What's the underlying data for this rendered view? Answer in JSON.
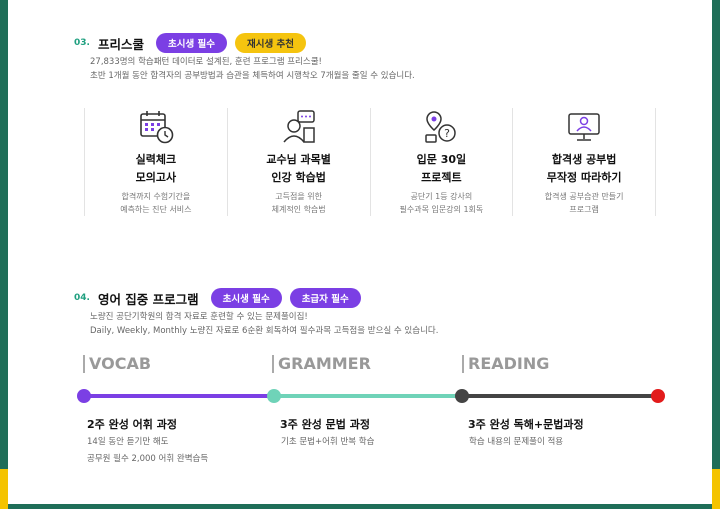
{
  "section1": {
    "num": "03.",
    "title": "프리스쿨",
    "badge1": "초시생 필수",
    "badge2": "재시생 추천",
    "desc1": "27,833명의 학습패턴 데이터로 설계된, 훈련 프로그램 프리스쿨!",
    "desc2": "초반 1개월 동안 합격자의 공부방법과 습관을 체득하여 시행착오 7개월을 줄일 수 있습니다.",
    "features": [
      {
        "icon": "calendar-clock-icon",
        "name1": "실력체크",
        "name2": "모의고사",
        "desc1": "합격까지 수험기간을",
        "desc2": "예측하는 진단 서비스"
      },
      {
        "icon": "professor-chat-icon",
        "name1": "교수님 과목별",
        "name2": "인강 학습법",
        "desc1": "고득점을 위한",
        "desc2": "체계적인 학습법"
      },
      {
        "icon": "question-pin-icon",
        "name1": "입문 30일",
        "name2": "프로젝트",
        "desc1": "공단기 1등 강사의",
        "desc2": "필수과목 입문강의 1회독"
      },
      {
        "icon": "monitor-person-icon",
        "name1": "합격생 공부법",
        "name2": "무작정 따라하기",
        "desc1": "합격생 공부습관 만들기",
        "desc2": "프로그램"
      }
    ]
  },
  "section2": {
    "num": "04.",
    "title": "영어 집중 프로그램",
    "badge1": "초시생 필수",
    "badge2": "초급자 필수",
    "desc1": "노량진 공단기학원의 합격 자료로 훈련할 수 있는 문제풀이집!",
    "desc2": "Daily, Weekly, Monthly 노량진 자료로 6순환 회독하여 필수과목 고득점을 받으실 수 있습니다.",
    "stages": [
      {
        "label": "VOCAB",
        "course": "2주 완성 어휘 과정",
        "d1": "14일 동안 듣기만 해도",
        "d2": "공무원 필수 2,000 어휘 완벽습득"
      },
      {
        "label": "GRAMMER",
        "course": "3주 완성 문법 과정",
        "d1": "기초 문법+어휘 반복 학습",
        "d2": ""
      },
      {
        "label": "READING",
        "course": "3주 완성 독해+문법과정",
        "d1": "학습 내용의 문제풀이 적용",
        "d2": ""
      }
    ]
  },
  "colors": {
    "purple": "#7b3fe4",
    "mint": "#6fd3b8",
    "dark": "#444444",
    "red": "#e21b1b",
    "yellow": "#f5c40f",
    "green": "#1f6e58"
  }
}
